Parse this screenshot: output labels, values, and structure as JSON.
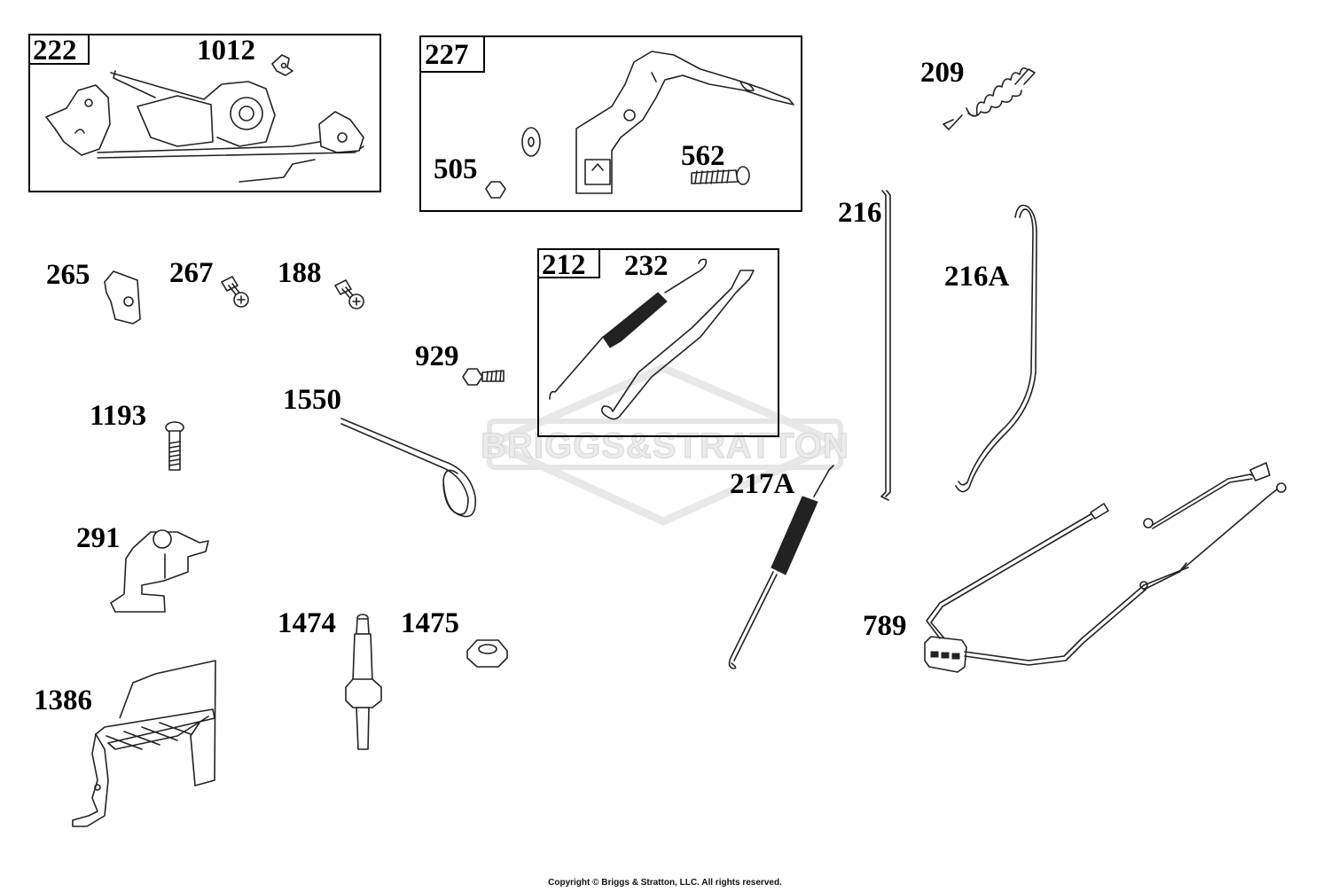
{
  "watermark": {
    "text": "BRIGGS&STRATTON"
  },
  "footer": {
    "copyright": "Copyright © Briggs & Stratton, LLC. All rights reserved."
  },
  "callouts": {
    "boxed": {
      "b222": "222",
      "b227": "227",
      "b212": "212"
    },
    "p1012": "1012",
    "p505": "505",
    "p562": "562",
    "p209": "209",
    "p216": "216",
    "p216A": "216A",
    "p232": "232",
    "p265": "265",
    "p267": "267",
    "p188": "188",
    "p929": "929",
    "p1193": "1193",
    "p1550": "1550",
    "p217A": "217A",
    "p291": "291",
    "p1474": "1474",
    "p1475": "1475",
    "p789": "789",
    "p1386": "1386"
  }
}
